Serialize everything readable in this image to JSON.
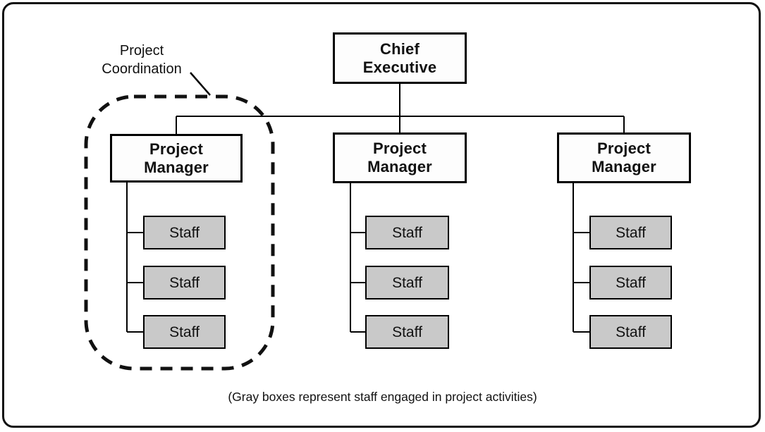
{
  "colors": {
    "background": "#FFFFFF",
    "node_box_fill": "#FDFDFD",
    "staff_box_fill": "#C9C9C9",
    "line_color": "#000000"
  },
  "diagram": {
    "chief_executive": {
      "lines": [
        "Chief",
        "Executive"
      ]
    },
    "columns": [
      {
        "manager_lines": [
          "Project",
          "Manager"
        ],
        "staff": [
          "Staff",
          "Staff",
          "Staff"
        ]
      },
      {
        "manager_lines": [
          "Project",
          "Manager"
        ],
        "staff": [
          "Staff",
          "Staff",
          "Staff"
        ]
      },
      {
        "manager_lines": [
          "Project",
          "Manager"
        ],
        "staff": [
          "Staff",
          "Staff",
          "Staff"
        ]
      }
    ],
    "annotation": {
      "lines": [
        "Project",
        "Coordination"
      ]
    },
    "caption": "(Gray boxes represent staff engaged in project activities)"
  }
}
